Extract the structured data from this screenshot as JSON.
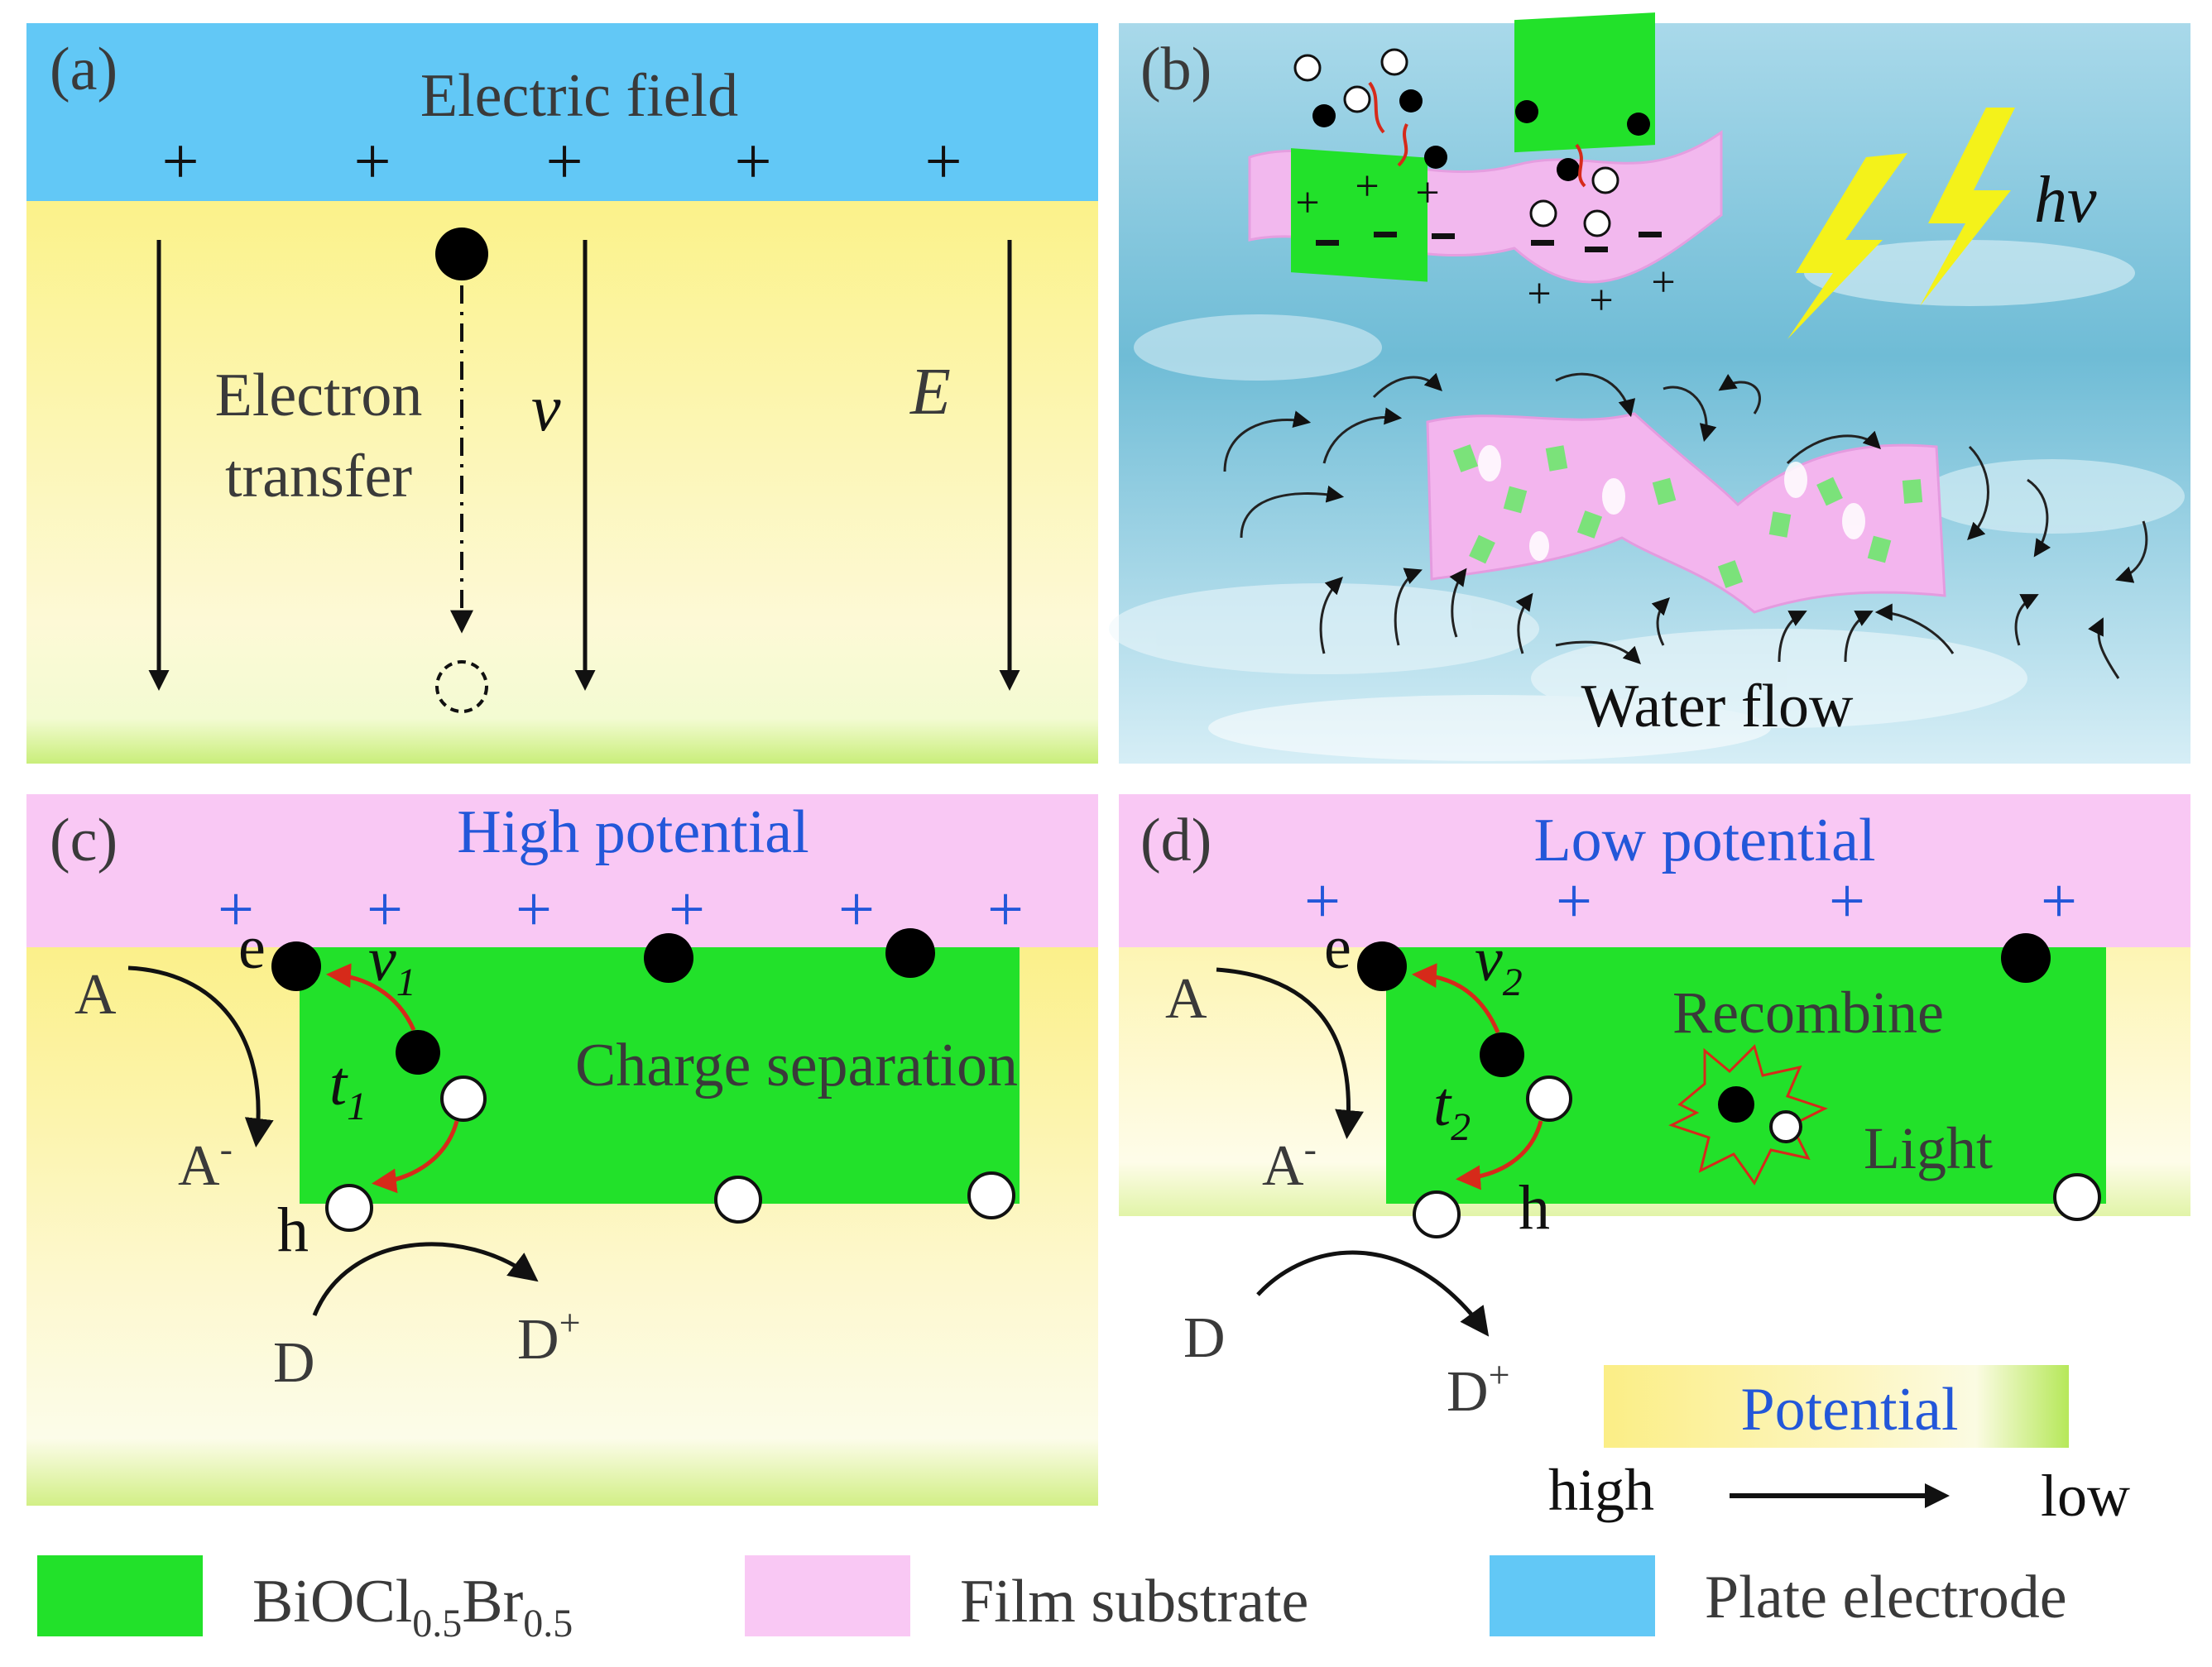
{
  "panels": {
    "a": {
      "tag": "(a)",
      "top_label": "Electric field",
      "plus_signs": [
        "+",
        "+",
        "+",
        "+",
        "+"
      ],
      "electron_label_line1": "Electron",
      "electron_label_line2": "transfer",
      "velocity_symbol": "v",
      "field_symbol": "E",
      "colors": {
        "electrode": "#62c8f6",
        "field": "#fbf28a"
      }
    },
    "b": {
      "tag": "(b)",
      "light_symbol": "hv",
      "water_label": "Water flow",
      "upper_charges": [
        "+",
        "+",
        "+"
      ],
      "lower_charges": [
        "+",
        "+",
        "+"
      ],
      "colors": {
        "water": "#7ec4dc",
        "bolt": "#f4f21a"
      }
    },
    "c": {
      "tag": "(c)",
      "top_label": "High potential",
      "plus_signs": [
        "+",
        "+",
        "+",
        "+",
        "+",
        "+"
      ],
      "electron_label": "e",
      "hole_label": "h",
      "velocity_symbol": "v",
      "velocity_sub": "1",
      "time_symbol": "t",
      "time_sub": "1",
      "acceptor": "A",
      "acceptor_reduced": "A",
      "acceptor_reduced_sup": "-",
      "donor": "D",
      "donor_oxidized": "D",
      "donor_oxidized_sup": "+",
      "center_label": "Charge separation"
    },
    "d": {
      "tag": "(d)",
      "top_label": "Low potential",
      "plus_signs": [
        "+",
        "+",
        "+",
        "+"
      ],
      "electron_label": "e",
      "hole_label": "h",
      "velocity_symbol": "v",
      "velocity_sub": "2",
      "time_symbol": "t",
      "time_sub": "2",
      "acceptor": "A",
      "acceptor_reduced": "A",
      "acceptor_reduced_sup": "-",
      "donor": "D",
      "donor_oxidized": "D",
      "donor_oxidized_sup": "+",
      "recombine_label": "Recombine",
      "light_label": "Light",
      "potential_bar_label": "Potential",
      "potential_high": "high",
      "potential_low": "low"
    }
  },
  "legend": {
    "items": [
      {
        "name": "BiOCl",
        "sub1": "0.5",
        "mid": "Br",
        "sub2": "0.5",
        "color": "#22e12a"
      },
      {
        "name": "Film substrate",
        "color": "#f9c8f4"
      },
      {
        "name": "Plate electrode",
        "color": "#62c8f6"
      }
    ]
  },
  "colors": {
    "green": "#22e12a",
    "pink": "#f9c8f4",
    "blue": "#62c8f6",
    "yellow": "#fbf28a",
    "red_arrow": "#d62a1a",
    "plus_blue": "#2357d9"
  }
}
